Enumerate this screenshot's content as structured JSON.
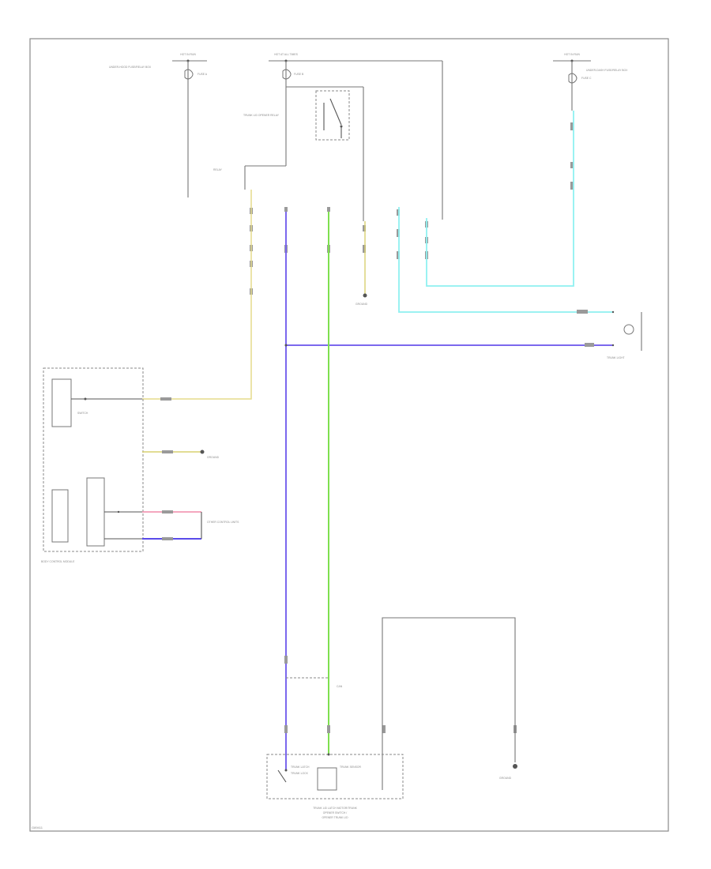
{
  "labels": {
    "fuse_left": "HOT IN RUN",
    "fuse_mid": "HOT AT ALL TIMES",
    "fuse_right": "HOT IN RUN",
    "underhood_left": "UNDER-HOOD FUSE/RELAY BOX",
    "underhood_right": "UNDER-DASH FUSE/RELAY BOX",
    "fuse_a": "FUSE A",
    "fuse_b": "FUSE B",
    "fuse_c": "FUSE C",
    "relay_label": "RELAY",
    "trunk_lid_opener_relay": "TRUNK LID OPENER RELAY",
    "ground_a": "GROUND",
    "trunk_light": "TRUNK LIGHT",
    "control_unit": "BODY CONTROL MODULE",
    "ground_b": "GROUND",
    "switch_label": "SWITCH",
    "can_label": "CAN",
    "other_ctrl": "OTHER CONTROL UNITS",
    "trunk_latch": "TRUNK LATCH",
    "trunk_lock": "TRUNK LOCK",
    "trunk_sensor": "TRUNK SENSOR",
    "ground_c": "GROUND",
    "bottom_title_1": "TRUNK LID LATCH MOTOR/TRUNK",
    "bottom_title_2": "OPENER SWITCH /",
    "bottom_title_3": "OPENER TRUNK LID",
    "corner_code": "G89411"
  }
}
